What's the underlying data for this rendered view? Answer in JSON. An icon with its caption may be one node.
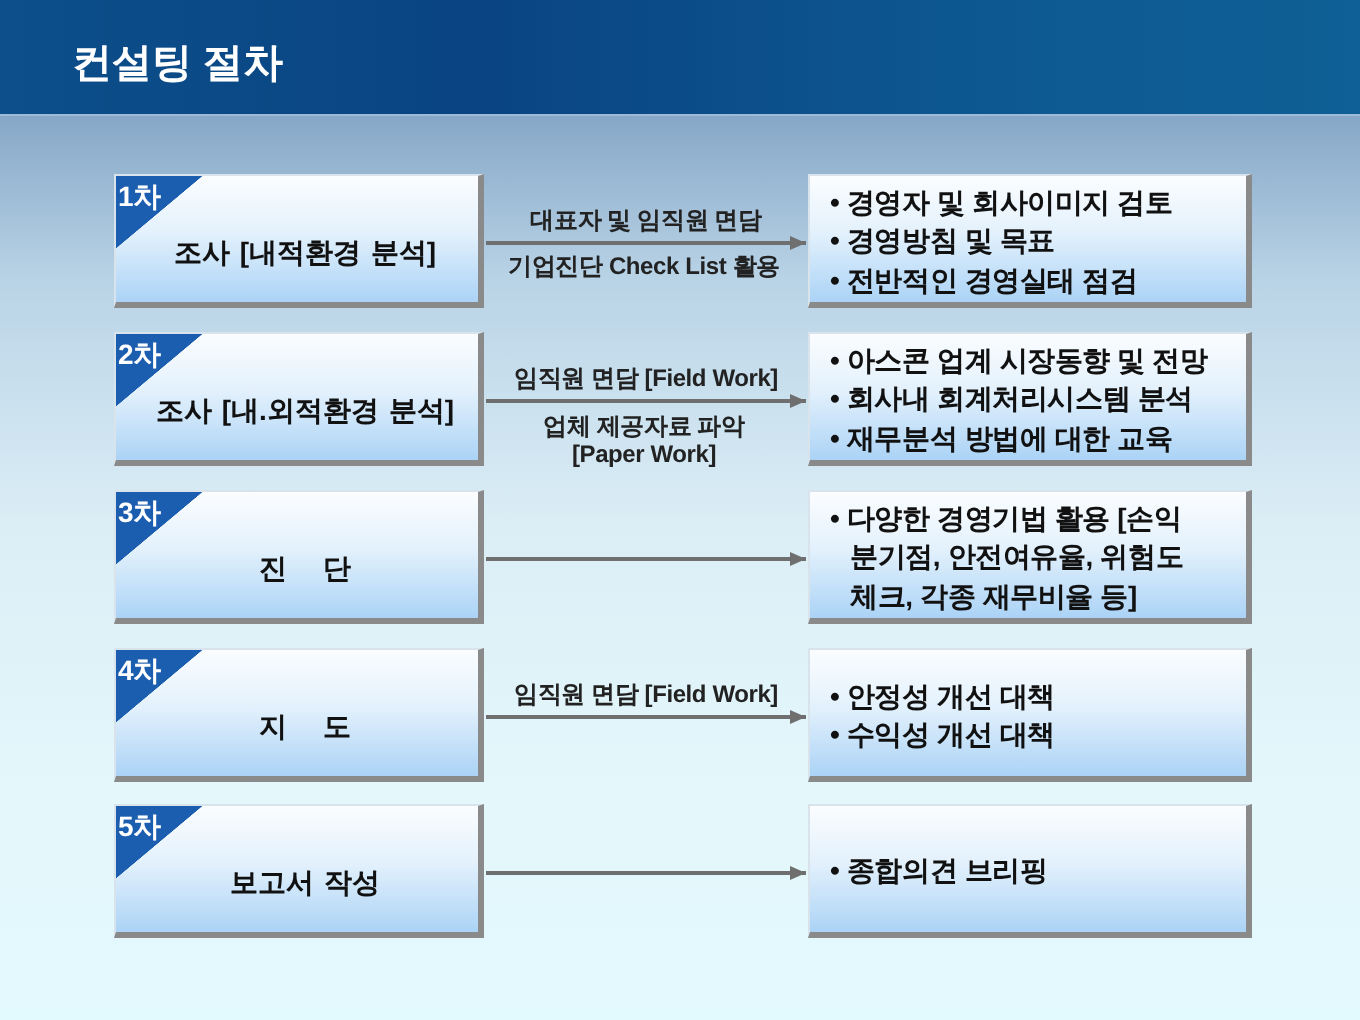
{
  "diagram": {
    "title": "컨설팅 절차",
    "nodes": [
      {
        "text": [
          "1차",
          "조사 [내적환경 분석]"
        ]
      },
      {
        "text": [
          "• 경영자 및 회사이미지 검토",
          "• 경영방침 및 목표",
          "• 전반적인 경영실태 점검"
        ]
      },
      {
        "text": [
          "2차",
          "조사 [내.외적환경 분석]"
        ]
      },
      {
        "text": [
          "• 아스콘 업계 시장동향 및 전망",
          "• 회사내 회계처리시스템 분석",
          "• 재무분석 방법에 대한 교육"
        ]
      },
      {
        "text": [
          "3차",
          "진 단"
        ]
      },
      {
        "text": [
          "• 다양한 경영기법 활용 [손익 분기점, 안전여유율, 위험도 체크, 각종 재무비율 등]"
        ]
      },
      {
        "text": [
          "4차",
          "지 도"
        ]
      },
      {
        "text": [
          "• 안정성 개선 대책",
          "• 수익성 개선 대책"
        ]
      },
      {
        "text": [
          "5차",
          "보고서 작성"
        ]
      },
      {
        "text": [
          "• 종합의견 브리핑"
        ]
      }
    ],
    "edges": [
      {
        "from": 0,
        "to": 1,
        "arrow": "to",
        "label": "대표자 및 임직원 면담"
      },
      {
        "from": 2,
        "to": 3,
        "arrow": "to",
        "label": "임직원 면담 [Field Work]"
      },
      {
        "from": 4,
        "to": 5,
        "arrow": "to"
      },
      {
        "from": 6,
        "to": 7,
        "arrow": "to",
        "label": "임직원 면담 [Field Work]"
      },
      {
        "from": 8,
        "to": 9,
        "arrow": "to"
      }
    ],
    "labels": [
      "기업진단 Check List 활용",
      "업체 제공자료 파악 [Paper Work]"
    ]
  }
}
